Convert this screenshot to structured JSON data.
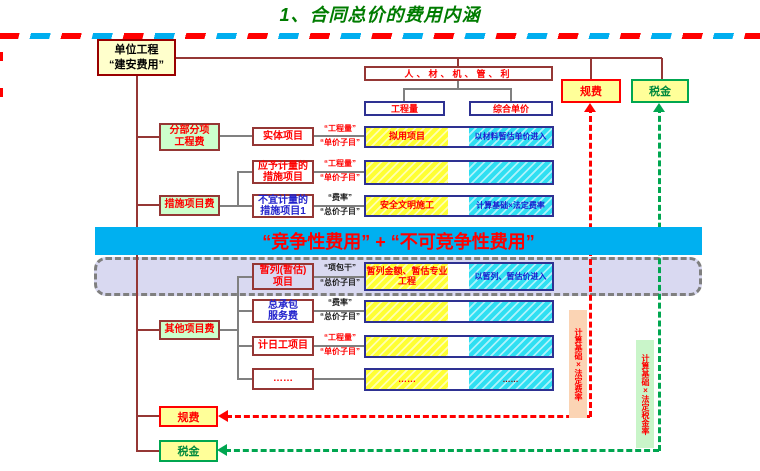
{
  "title": "1、合同总价的费用内涵",
  "colors": {
    "banner_bg": "#00B0F0",
    "trunk_line": "#953735",
    "accent_red": "#FF0000",
    "accent_green": "#00A650",
    "accent_blue": "#2222CC",
    "yellow_fill": "#FFFF66",
    "cyan_fill": "#66E8F7",
    "lavender_fill": "#D9D9F1",
    "green_fill": "#CCFFCC"
  },
  "root_box": {
    "line1": "单位工程",
    "line2": "“建安费用”"
  },
  "top": {
    "factors": "人、材、机、管、利",
    "quantity": "工程量",
    "composite_price": "综合单价",
    "fees": "规费",
    "tax": "税金"
  },
  "left": {
    "fbfx_line1": "分部分项",
    "fbfx_line2": "工程费",
    "measures": "措施项目费",
    "other": "其他项目费",
    "fees": "规费",
    "tax": "税金"
  },
  "banner": {
    "text": "“竞争性费用” + “不可竞争性费用”"
  },
  "rows": [
    {
      "box1": "实体项目",
      "box2": "",
      "q1": "“工程量”",
      "q2": "“单价子目”",
      "yellow": "拟用项目",
      "cyan": "以材料暂估单价进入"
    },
    {
      "box1": "应予计量的",
      "box2": "措施项目",
      "q1": "“工程量”",
      "q2": "“单价子目”",
      "yellow": "",
      "cyan": ""
    },
    {
      "box1": "不宜计量的",
      "box2": "措施项目1",
      "q1": "“费率”",
      "q2": "“总价子目”",
      "yellow": "安全文明施工",
      "cyan": "计算基础×法定费率"
    },
    {
      "box1": "暂列(暂估)",
      "box2": "项目",
      "q1": "“项包干”",
      "q2": "“总价子目”",
      "yellow": "暂列金额、暂估专业工程",
      "cyan": "以暂列、暂估价进入"
    },
    {
      "box1": "总承包",
      "box2": "服务费",
      "q1": "“费率”",
      "q2": "“总价子目”",
      "yellow": "",
      "cyan": ""
    },
    {
      "box1": "计日工项目",
      "box2": "",
      "q1": "“工程量”",
      "q2": "“单价子目”",
      "yellow": "",
      "cyan": ""
    },
    {
      "box1": "……",
      "box2": "",
      "q1": "",
      "q2": "",
      "yellow": "……",
      "cyan": "……"
    }
  ],
  "side_labels": {
    "fee_formula": "计算基础×法定费率",
    "tax_formula": "计算基础×法定税金率"
  }
}
